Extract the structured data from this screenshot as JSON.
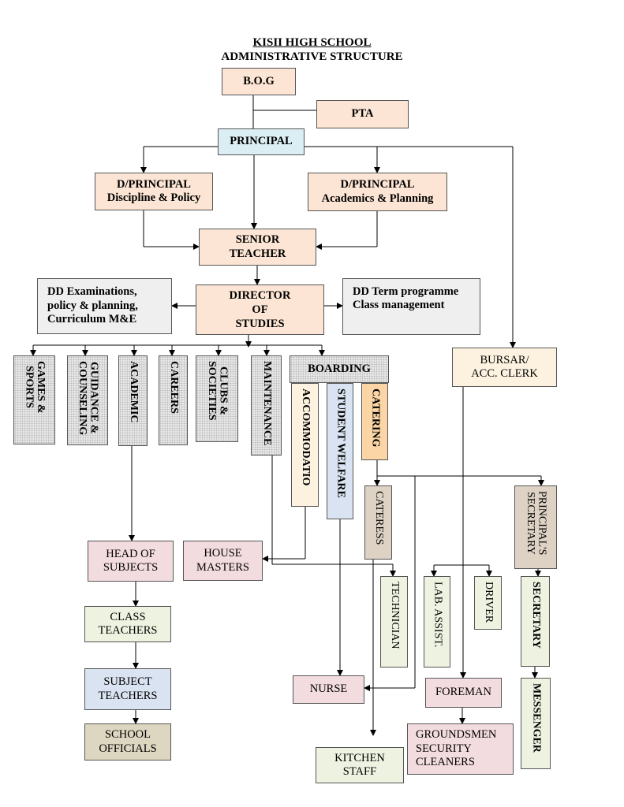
{
  "title": "KISII HIGH SCHOOL",
  "subtitle": "ADMINISTRATIVE STRUCTURE",
  "nodes": {
    "bog": "B.O.G",
    "pta": "PTA",
    "principal": "PRINCIPAL",
    "dp_discipline": "D/PRINCIPAL\nDiscipline & Policy",
    "dp_academics": "D/PRINCIPAL\nAcademics & Planning",
    "senior_teacher": "SENIOR\nTEACHER",
    "director_studies": "DIRECTOR\nOF\nSTUDIES",
    "dd_examinations": "DD Examinations,\npolicy & planning,\nCurriculum M&E",
    "dd_term": "DD Term programme\nClass management",
    "bursar": "BURSAR/\nACC. CLERK",
    "games_sports": "GAMES &\nSPORTS",
    "guidance": "GUIDANCE &\nCOUNSELING",
    "academic": "ACADEMIC",
    "careers": "CAREERS",
    "clubs": "CLUBS &\nSOCIETIES",
    "maintenance": "MAINTENANCE",
    "boarding": "BOARDING",
    "accommodation": "ACCOMMODATIO",
    "student_welfare": "STUDENT WELFARE",
    "catering": "CATERING",
    "cateress": "CATERESS",
    "principals_secretary": "PRINCIPAL'S\nSECRETARY",
    "head_subjects": "HEAD OF\nSUBJECTS",
    "house_masters": "HOUSE\nMASTERS",
    "technician": "TECHNICIAN",
    "lab_assist": "LAB. ASSIST.",
    "driver": "DRIVER",
    "secretary": "SECRETARY",
    "class_teachers": "CLASS\nTEACHERS",
    "subject_teachers": "SUBJECT\nTEACHERS",
    "school_officials": "SCHOOL\nOFFICIALS",
    "nurse": "NURSE",
    "foreman": "FOREMAN",
    "messenger": "MESSENGER",
    "groundsmen": "GROUNDSMEN\nSECURITY\nCLEANERS",
    "kitchen_staff": "KITCHEN\nSTAFF"
  }
}
